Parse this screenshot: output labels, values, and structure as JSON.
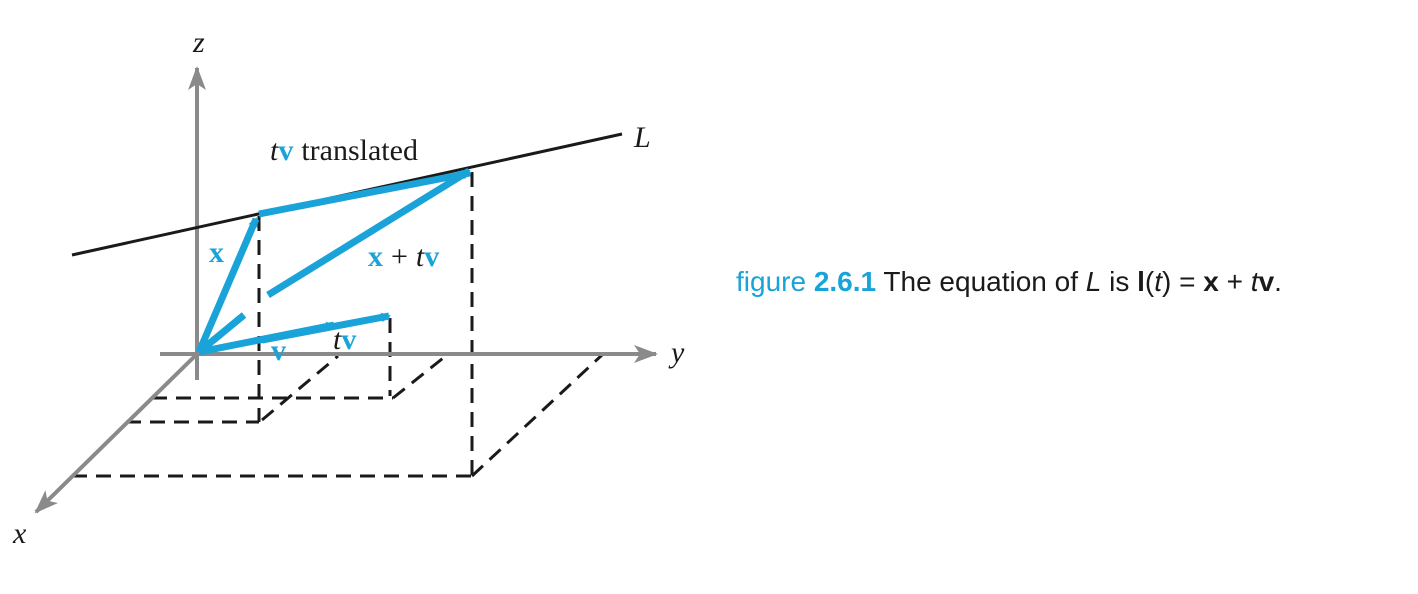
{
  "figure": {
    "axes": {
      "x": "x",
      "y": "y",
      "z": "z"
    },
    "line_label": "L",
    "vector_labels": {
      "x": "x",
      "v": "v",
      "tv_t": "t",
      "tv_v": "v",
      "translated_t": "t",
      "translated_v": "v",
      "translated_word": "translated",
      "sum_x": "x",
      "sum_plus": "+",
      "sum_t": "t",
      "sum_v": "v"
    },
    "colors": {
      "vector": "#1aa3d9",
      "axis": "#8a8a8a",
      "line": "#1a1a1a"
    }
  },
  "caption": {
    "label": "figure",
    "number": "2.6.1",
    "pre": "The equation of",
    "L": "L",
    "is": "is",
    "l": "l",
    "open": "(",
    "t": "t",
    "close": ")",
    "eq": "=",
    "x": "x",
    "plus": "+",
    "t2": "t",
    "v": "v",
    "period": "."
  }
}
